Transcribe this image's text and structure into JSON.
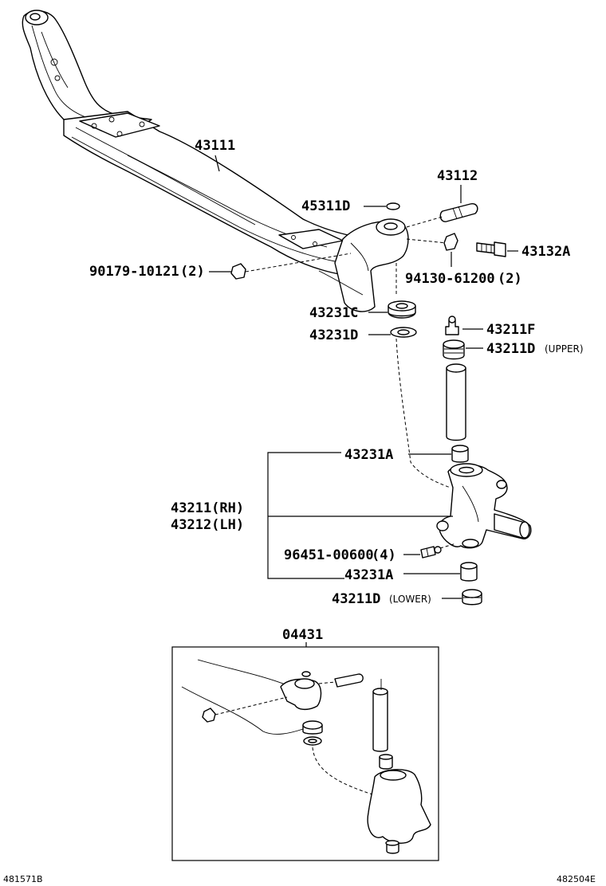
{
  "labels": {
    "axle_beam": "43111",
    "king_pin": "43112",
    "washer_45311d": "45311D",
    "nut_90179": "90179-10121",
    "nut_90179_qty": "(2)",
    "bolt_43132a": "43132A",
    "nut_94130": "94130-61200",
    "nut_94130_qty": "(2)",
    "bearing_43231c": "43231C",
    "shim_43231d": "43231D",
    "fitting_43211f": "43211F",
    "cap_43211d_upper": "43211D",
    "cap_43211d_upper_note": "(UPPER)",
    "bushing_43231a_upper": "43231A",
    "knuckle_rh": "43211(RH)",
    "knuckle_lh": "43212(LH)",
    "grease_96451": "96451-00600",
    "grease_96451_qty": "(4)",
    "bushing_43231a_lower": "43231A",
    "cap_43211d_lower": "43211D",
    "cap_43211d_lower_note": "(LOWER)",
    "kit_04431": "04431"
  },
  "captions": {
    "left": "481571B",
    "right": "482504E"
  }
}
